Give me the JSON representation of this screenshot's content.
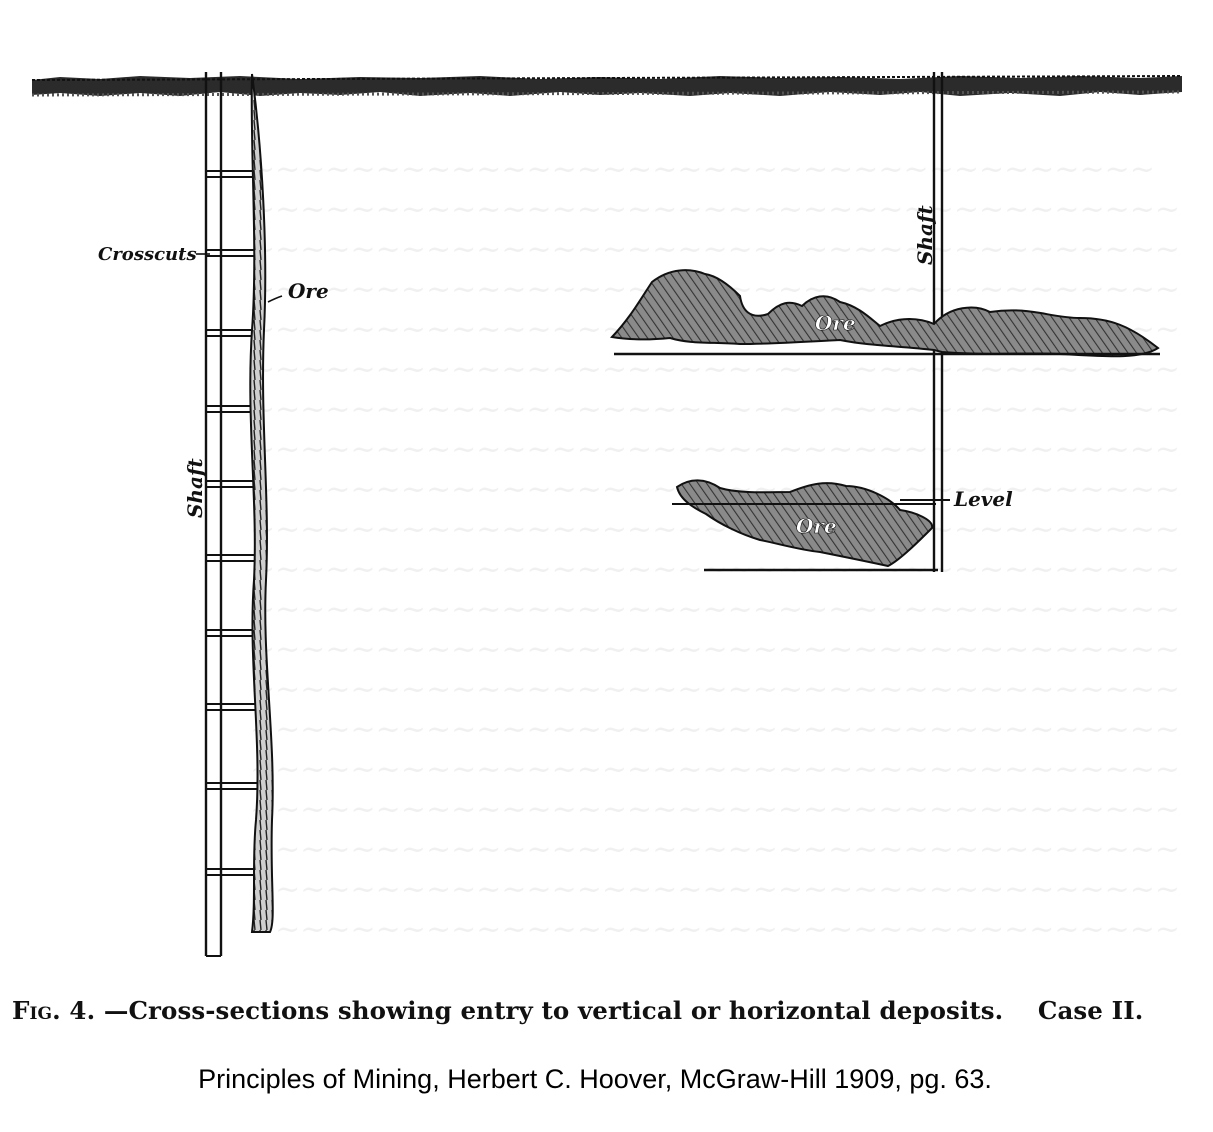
{
  "figure": {
    "labels": {
      "crosscuts": "Crosscuts",
      "ore_vertical": "Ore",
      "shaft_left": "Shaft",
      "shaft_right": "Shaft",
      "ore_upper": "Ore",
      "ore_lower": "Ore",
      "level": "Level"
    }
  },
  "caption": {
    "prefix": "Fig. 4.",
    "text": "—Cross-sections showing entry to vertical or horizontal deposits.",
    "case": "Case II."
  },
  "source": "Principles of Mining, Herbert C. Hoover, McGraw-Hill 1909, pg. 63.",
  "colors": {
    "ink": "#111111",
    "ore_fill": "#7a7a7a",
    "background": "#ffffff"
  }
}
